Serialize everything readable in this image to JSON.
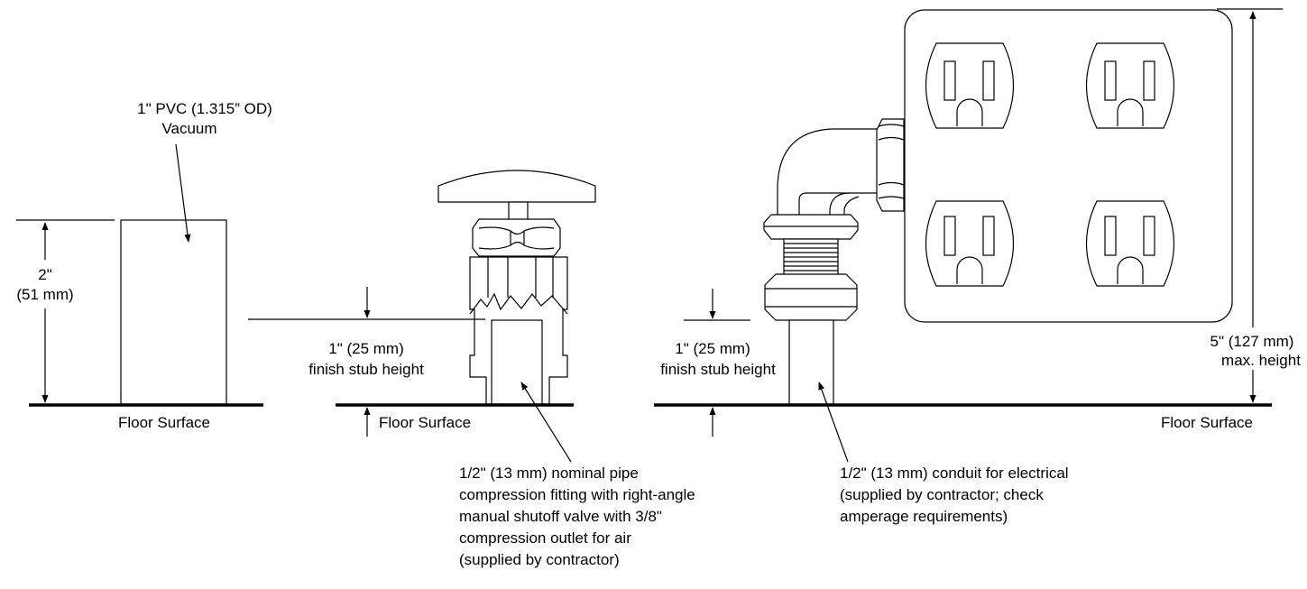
{
  "vacuum": {
    "label_line1": "1\" PVC (1.315” OD)",
    "label_line2": "Vacuum",
    "height_line1": "2\"",
    "height_line2": "(51 mm)",
    "floor": "Floor Surface"
  },
  "air": {
    "stub_line1": "1\" (25 mm)",
    "stub_line2": "finish stub height",
    "floor": "Floor Surface",
    "desc": [
      "1/2\" (13 mm) nominal pipe",
      "compression fitting with right-angle",
      "manual shutoff valve with 3/8\"",
      "compression outlet for air",
      "(supplied by contractor)"
    ]
  },
  "electrical": {
    "stub_line1": "1\" (25 mm)",
    "stub_line2": "finish stub height",
    "max_line1": "5\" (127 mm)",
    "max_line2": "max. height",
    "floor": "Floor Surface",
    "desc": [
      "1/2\" (13 mm) conduit for electrical",
      "(supplied by contractor; check",
      "amperage requirements)"
    ]
  }
}
